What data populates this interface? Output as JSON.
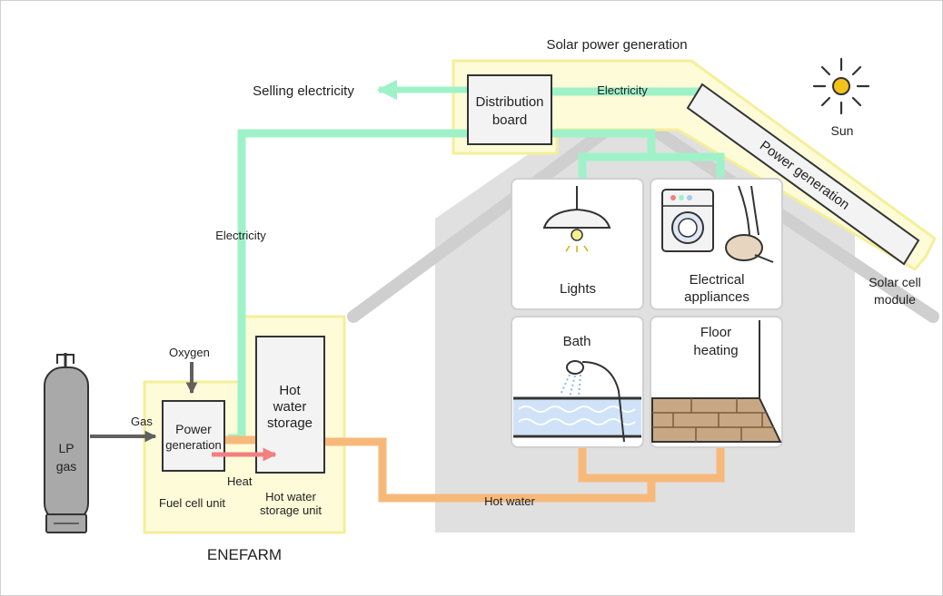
{
  "labels": {
    "solar_power_generation": "Solar power generation",
    "selling_electricity": "Selling electricity",
    "distribution_board_1": "Distribution",
    "distribution_board_2": "board",
    "electricity_top": "Electricity",
    "electricity_left": "Electricity",
    "sun": "Sun",
    "power_generation_panel": "Power generation",
    "solar_cell_module_1": "Solar cell",
    "solar_cell_module_2": "module",
    "lights": "Lights",
    "electrical_appliances_1": "Electrical",
    "electrical_appliances_2": "appliances",
    "bath": "Bath",
    "floor_heating_1": "Floor",
    "floor_heating_2": "heating",
    "oxygen": "Oxygen",
    "gas": "Gas",
    "lp_gas_1": "LP",
    "lp_gas_2": "gas",
    "power_generation_unit_1": "Power",
    "power_generation_unit_2": "generation",
    "hot_water_storage_1": "Hot",
    "hot_water_storage_2": "water",
    "hot_water_storage_3": "storage",
    "heat": "Heat",
    "fuel_cell_unit": "Fuel cell unit",
    "hot_water_storage_unit_1": "Hot water",
    "hot_water_storage_unit_2": "storage unit",
    "hot_water": "Hot water",
    "enefarm": "ENEFARM"
  },
  "colors": {
    "electricity_line": "#9ff2c8",
    "hot_water_line": "#f7b97a",
    "heat_arrow": "#f28080",
    "highlight_box": "#fdfbd8",
    "highlight_border": "#f4ef9a",
    "house_gray": "#e0e0e0",
    "sun": "#f5c21a"
  }
}
